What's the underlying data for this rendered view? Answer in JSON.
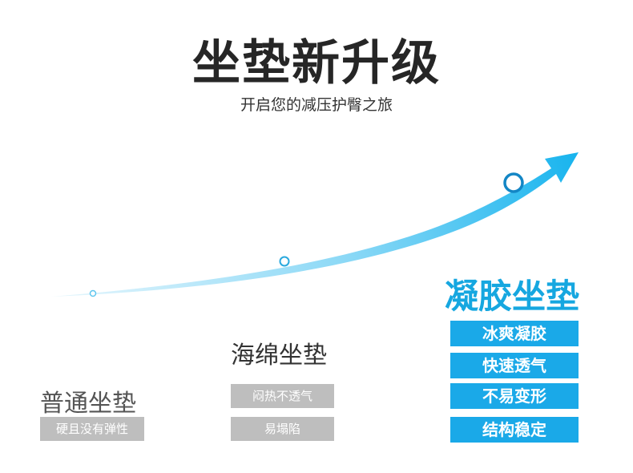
{
  "title": "坐垫新升级",
  "subtitle": "开启您的减压护臀之旅",
  "colors": {
    "accent_blue": "#1aa9e8",
    "curve_light": "#e8f7fd",
    "curve_dark": "#18b4ee",
    "gray_tag": "#bebebe"
  },
  "tiers": {
    "ordinary": {
      "name": "普通坐垫",
      "features": [
        "硬且没有弹性"
      ]
    },
    "sponge": {
      "name": "海绵坐垫",
      "features": [
        "闷热不透气",
        "易塌陷"
      ]
    },
    "gel": {
      "name": "凝胶坐垫",
      "features": [
        "冰爽凝胶",
        "快速透气",
        "不易变形",
        "结构稳定"
      ]
    }
  }
}
